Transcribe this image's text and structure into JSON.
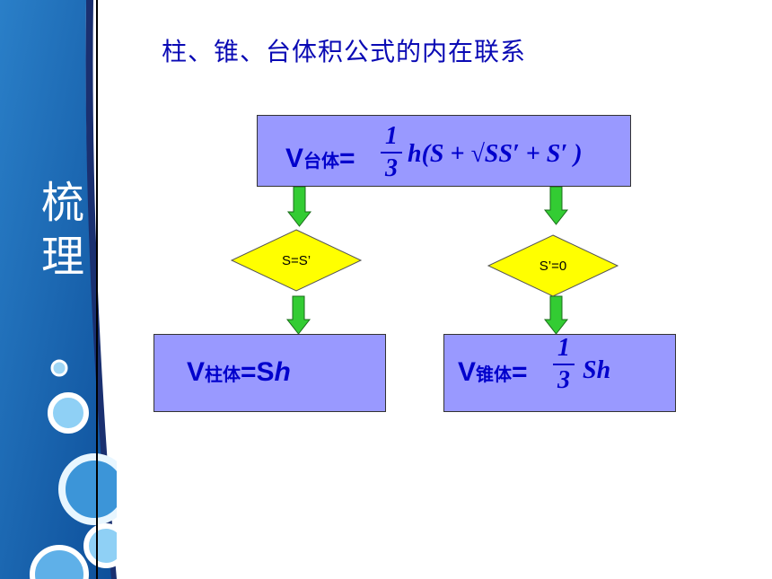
{
  "sidebar": {
    "label_1": "梳",
    "label_2": "理"
  },
  "title": "柱、锥、台体积公式的内在联系",
  "top_box": {
    "v": "V",
    "sub": "台体",
    "eq": "=",
    "num": "1",
    "den": "3",
    "expr": "h(S + √SS′ + S′ )"
  },
  "left_diamond": "S=S’",
  "right_diamond": "S’=0",
  "left_box": {
    "v": "V",
    "sub": "柱体",
    "eq": "=S",
    "h": "h"
  },
  "right_box": {
    "v": "V",
    "sub": "锥体",
    "eq": "=",
    "num": "1",
    "den": "3",
    "expr": "Sh"
  },
  "colors": {
    "box_fill": "#9999ff",
    "diamond_fill": "#ffff00",
    "arrow_fill": "#33cc33",
    "text_blue": "#0000cc"
  }
}
